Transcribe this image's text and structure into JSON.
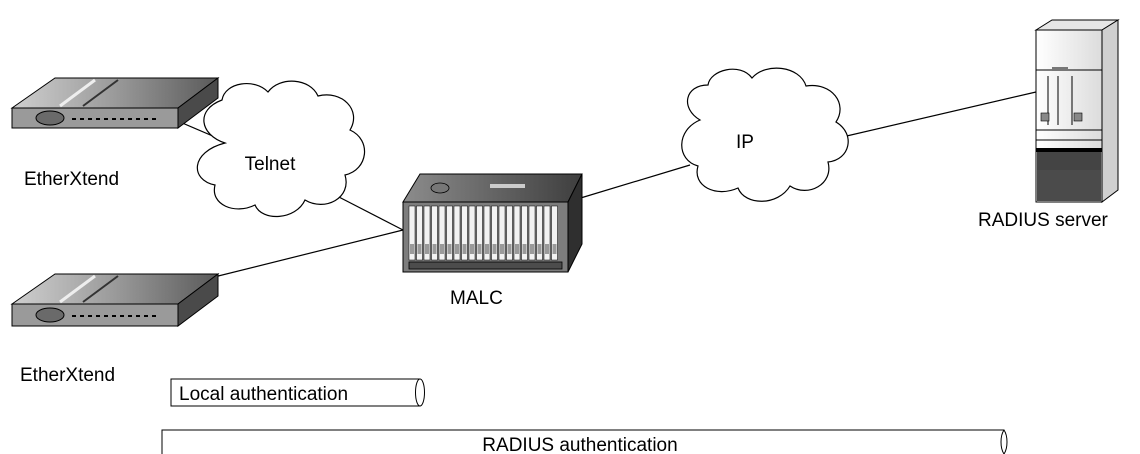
{
  "devices": {
    "etherxtend_top": "EtherXtend",
    "etherxtend_bottom": "EtherXtend",
    "malc": "MALC",
    "radius_server": "RADIUS server"
  },
  "clouds": {
    "telnet": "Telnet",
    "ip": "IP"
  },
  "auth": {
    "local": "Local authentication",
    "radius": "RADIUS authentication"
  }
}
